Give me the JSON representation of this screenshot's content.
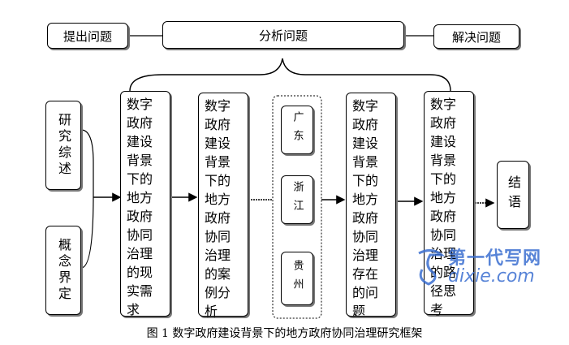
{
  "top": {
    "raise": "提出问题",
    "analyze": "分析问题",
    "solve": "解决问题"
  },
  "left": {
    "review": "研究综述",
    "concept": "概念界定"
  },
  "columns": {
    "needs": "数字政府建设背景下的地方政府协同治理的现实需求",
    "cases": "数字政府建设背景下的地方政府协同治理的案例分析",
    "problems": "数字政府建设背景下的地方政府协同治理存在的问题",
    "paths": "数字政府建设背景下的地方政府协同治理的路径思考"
  },
  "provinces": {
    "guangdong": "广东",
    "zhejiang": "浙江",
    "guizhou": "贵州"
  },
  "conclusion": "结语",
  "caption": "图 1  数字政府建设背景下的地方政府协同治理研究框架",
  "watermark": {
    "line1": "第一代写网",
    "line2": "dixie.com"
  }
}
